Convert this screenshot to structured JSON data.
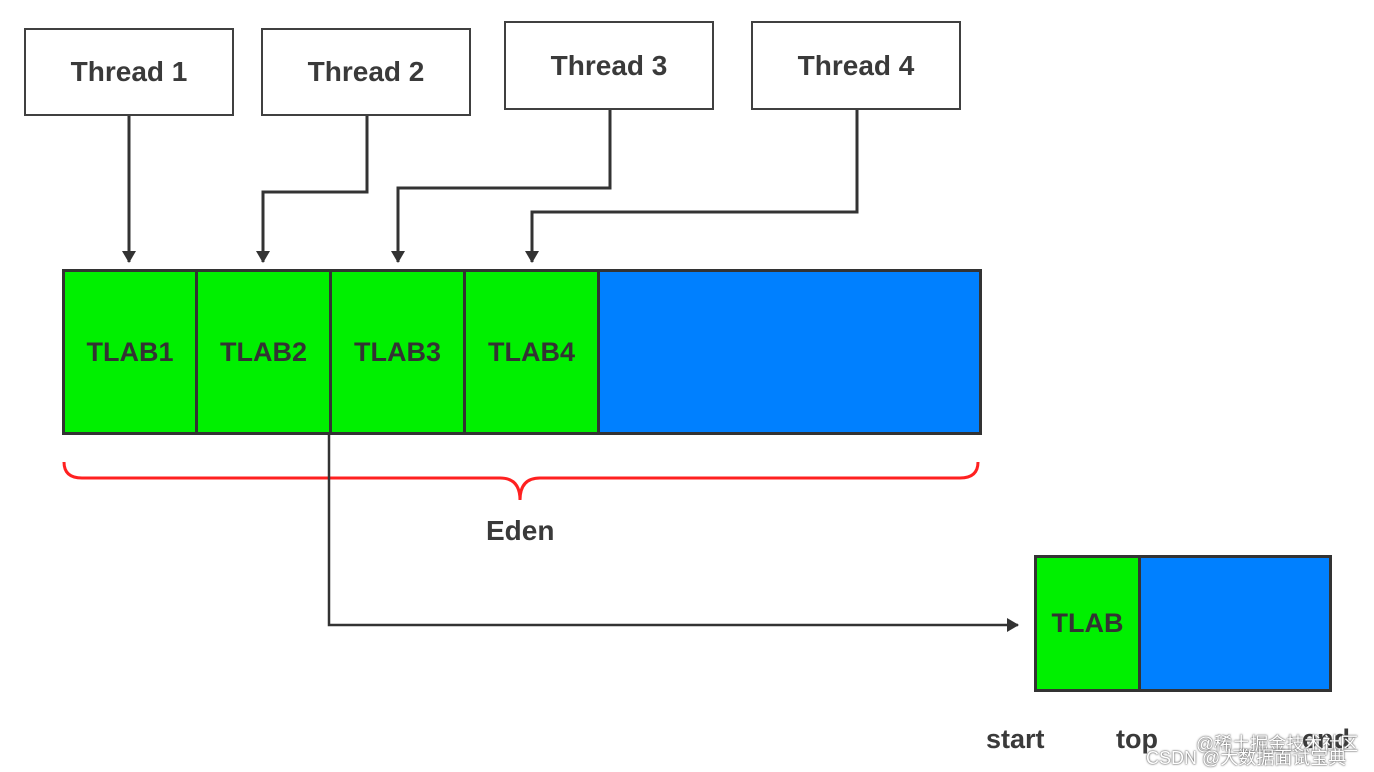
{
  "threads": [
    "Thread 1",
    "Thread 2",
    "Thread 3",
    "Thread 4"
  ],
  "tlabs": [
    "TLAB1",
    "TLAB2",
    "TLAB3",
    "TLAB4"
  ],
  "eden_label": "Eden",
  "detail": {
    "tlab_label": "TLAB",
    "pointers": [
      "start",
      "top",
      "end"
    ]
  },
  "watermarks": {
    "line1": "@稀土掘金技术社区",
    "line2": "CSDN @大数据面试宝典"
  },
  "colors": {
    "tlab": "#00f000",
    "free_space": "#0080ff",
    "brace": "#ff2020",
    "line": "#333333"
  }
}
